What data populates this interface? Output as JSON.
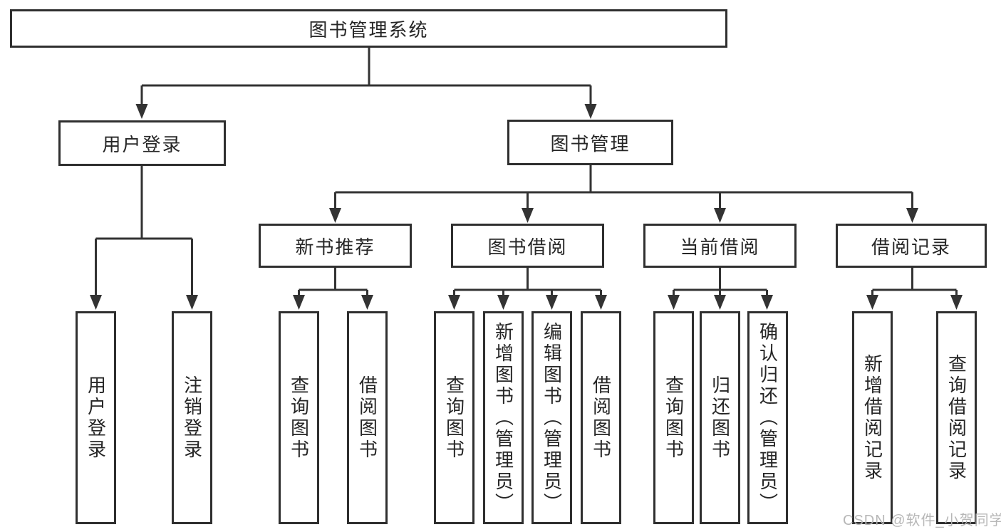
{
  "colors": {
    "background": "#ffffff",
    "line": "#333333",
    "box_border": "#2f2f2f",
    "text": "#262626",
    "watermark": "#b4b4b4"
  },
  "tree": {
    "root": {
      "label": "图书管理系统"
    },
    "user_login": {
      "label": "用户登录",
      "children": [
        "用户登录",
        "注销登录"
      ]
    },
    "book_mgmt": {
      "label": "图书管理",
      "sections": [
        {
          "label": "新书推荐",
          "children": [
            "查询图书",
            "借阅图书"
          ]
        },
        {
          "label": "图书借阅",
          "children": [
            "查询图书",
            "新增图书（管理员）",
            "编辑图书（管理员）",
            "借阅图书"
          ]
        },
        {
          "label": "当前借阅",
          "children": [
            "查询图书",
            "归还图书",
            "确认归还（管理员）"
          ]
        },
        {
          "label": "借阅记录",
          "children": [
            "新增借阅记录",
            "查询借阅记录"
          ]
        }
      ]
    }
  },
  "watermark": {
    "text": "CSDN @软件_小贺同学"
  }
}
